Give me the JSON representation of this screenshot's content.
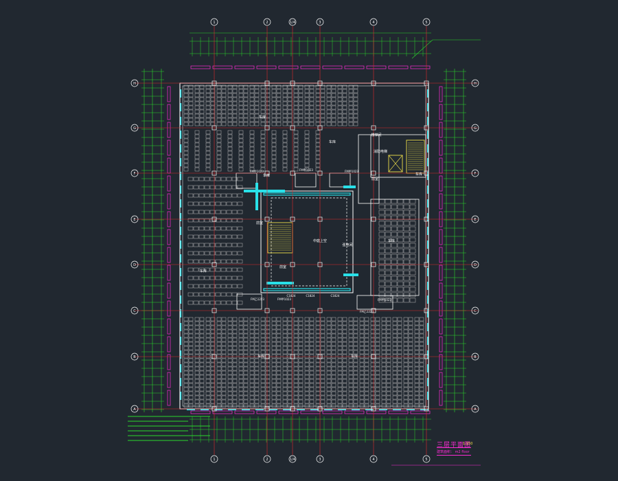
{
  "drawing": {
    "title": "三层平面图",
    "scale": "1:150",
    "subtitle": "建筑面积：  m2  floor",
    "column_labels": [
      "1",
      "2",
      "1/4",
      "3",
      "4",
      "5"
    ],
    "row_labels": [
      "H",
      "G",
      "F",
      "E",
      "D",
      "C",
      "B",
      "A"
    ],
    "room_labels": [
      {
        "id": "r1",
        "text": "车库"
      },
      {
        "id": "r2",
        "text": "车库"
      },
      {
        "id": "r3",
        "text": "车库"
      },
      {
        "id": "r4",
        "text": "车库"
      },
      {
        "id": "r5",
        "text": "车库"
      },
      {
        "id": "r6",
        "text": "车库"
      },
      {
        "id": "r7",
        "text": "车库"
      },
      {
        "id": "r8",
        "text": "中庭上空"
      },
      {
        "id": "r9",
        "text": "前室"
      },
      {
        "id": "r10",
        "text": "前室"
      },
      {
        "id": "r11",
        "text": "楼梯间"
      },
      {
        "id": "r12",
        "text": "消防电梯"
      },
      {
        "id": "r13",
        "text": "前室"
      },
      {
        "id": "r14",
        "text": "强电间"
      },
      {
        "id": "r15",
        "text": "车库"
      }
    ],
    "door_tags": [
      "FM甲1023",
      "FM甲1023",
      "FM甲1023",
      "FM乙1223",
      "FM甲1023",
      "C1824",
      "C1824",
      "C1824",
      "FM乙1223",
      "FM甲1023"
    ]
  },
  "colors": {
    "background": "#212830",
    "grid_axis": "#e02a2a",
    "walls": "#ffffff",
    "dimension": "#2bd82b",
    "glass": "#29e0e8",
    "text_magenta": "#ff2bd6",
    "stair": "#f0e04a",
    "parking": "#c9c9c9"
  }
}
